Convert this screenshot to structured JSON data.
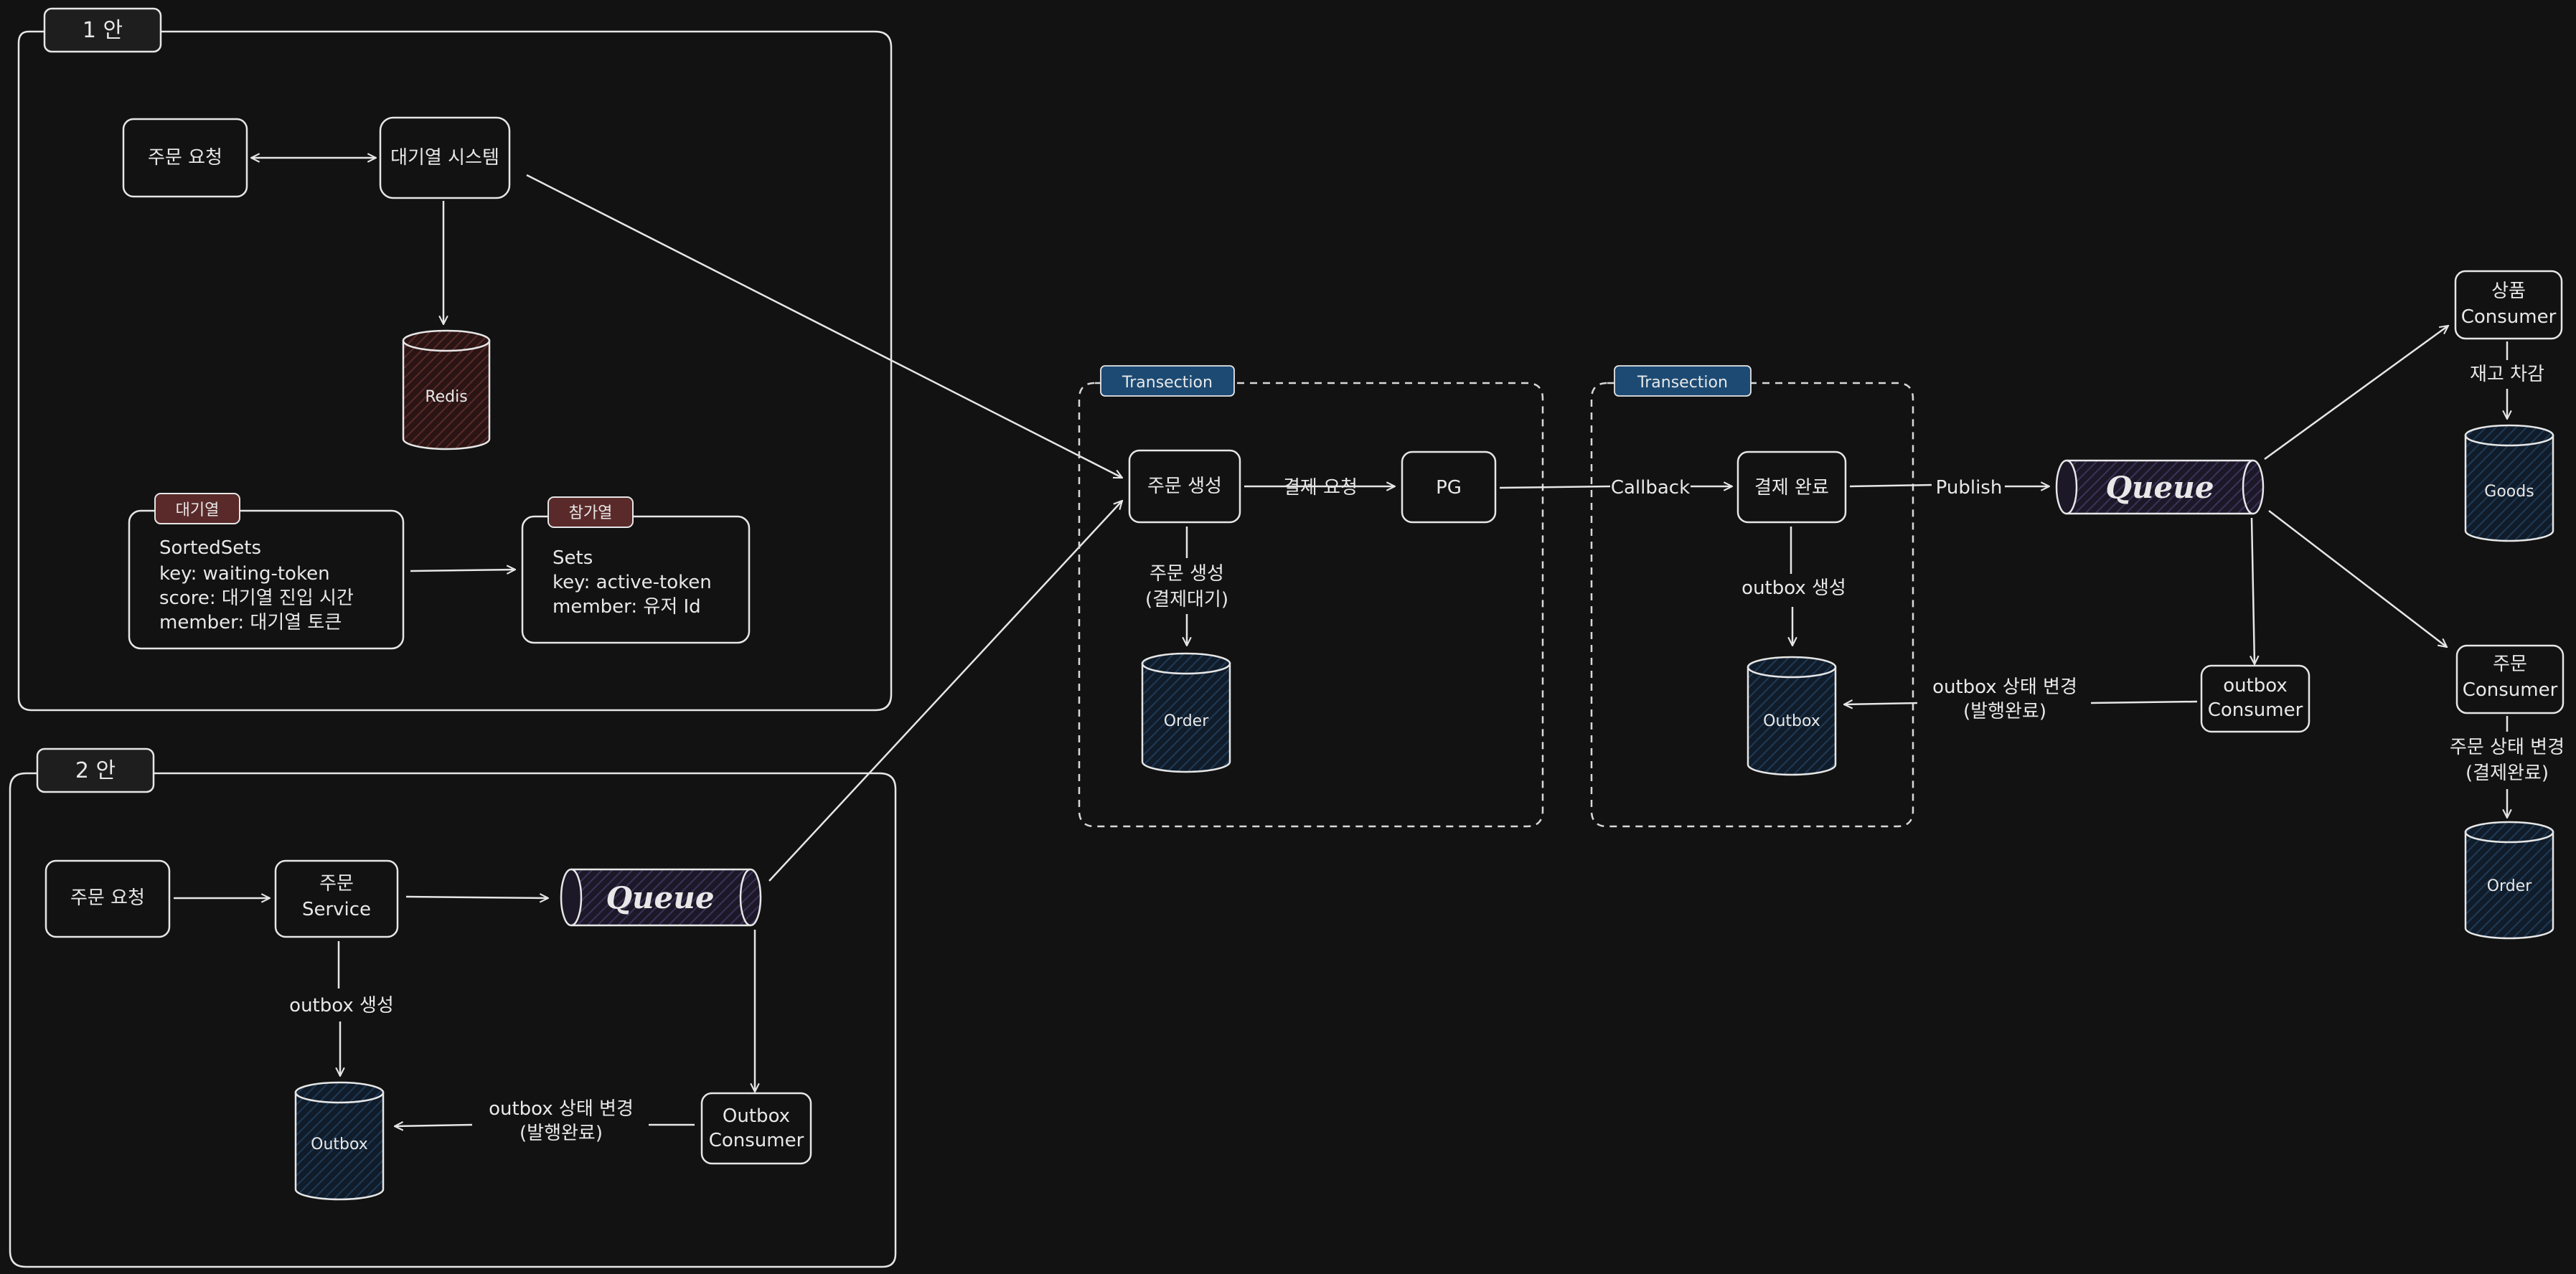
{
  "colors": {
    "background": "#121212",
    "stroke": "#e6e6e6",
    "redis_fill": "#3a1e1e",
    "db_fill": "#1a2e44",
    "queue_fill": "#2c2440",
    "tag_red": "#5a2a2a",
    "tag_blue": "#1c4a73"
  },
  "option1": {
    "title": "1 안",
    "order_request": "주문 요청",
    "waiting_system": "대기열 시스템",
    "redis": "Redis",
    "waiting_tag": "대기열",
    "waiting_lines": [
      "SortedSets",
      "key: waiting-token",
      "score: 대기열 진입 시간",
      "member: 대기열 토큰"
    ],
    "active_tag": "참가열",
    "active_lines": [
      "Sets",
      "key: active-token",
      "member: 유저 Id"
    ]
  },
  "option2": {
    "title": "2 안",
    "order_request": "주문 요청",
    "order_service_line1": "주문",
    "order_service_line2": "Service",
    "queue": "Queue",
    "outbox_create": "outbox 생성",
    "outbox_db": "Outbox",
    "outbox_status_line1": "outbox 상태 변경",
    "outbox_status_line2": "(발행완료)",
    "outbox_consumer_line1": "Outbox",
    "outbox_consumer_line2": "Consumer"
  },
  "tx1": {
    "tag": "Transection",
    "order_create": "주문 생성",
    "payment_request": "결제 요청",
    "pg": "PG",
    "order_create_line1": "주문 생성",
    "order_create_line2": "(결제대기)",
    "order_db": "Order"
  },
  "tx2": {
    "tag": "Transection",
    "callback": "Callback",
    "payment_complete": "결제 완료",
    "outbox_create": "outbox 생성",
    "outbox_db": "Outbox"
  },
  "right": {
    "publish": "Publish",
    "queue": "Queue",
    "outbox_status_line1": "outbox 상태 변경",
    "outbox_status_line2": "(발행완료)",
    "outbox_consumer_line1": "outbox",
    "outbox_consumer_line2": "Consumer",
    "goods_consumer_line1": "상품",
    "goods_consumer_line2": "Consumer",
    "stock_decrease": "재고 차감",
    "goods_db": "Goods",
    "order_consumer_line1": "주문",
    "order_consumer_line2": "Consumer",
    "order_status_line1": "주문 상태 변경",
    "order_status_line2": "(결제완료)",
    "order_db": "Order"
  }
}
